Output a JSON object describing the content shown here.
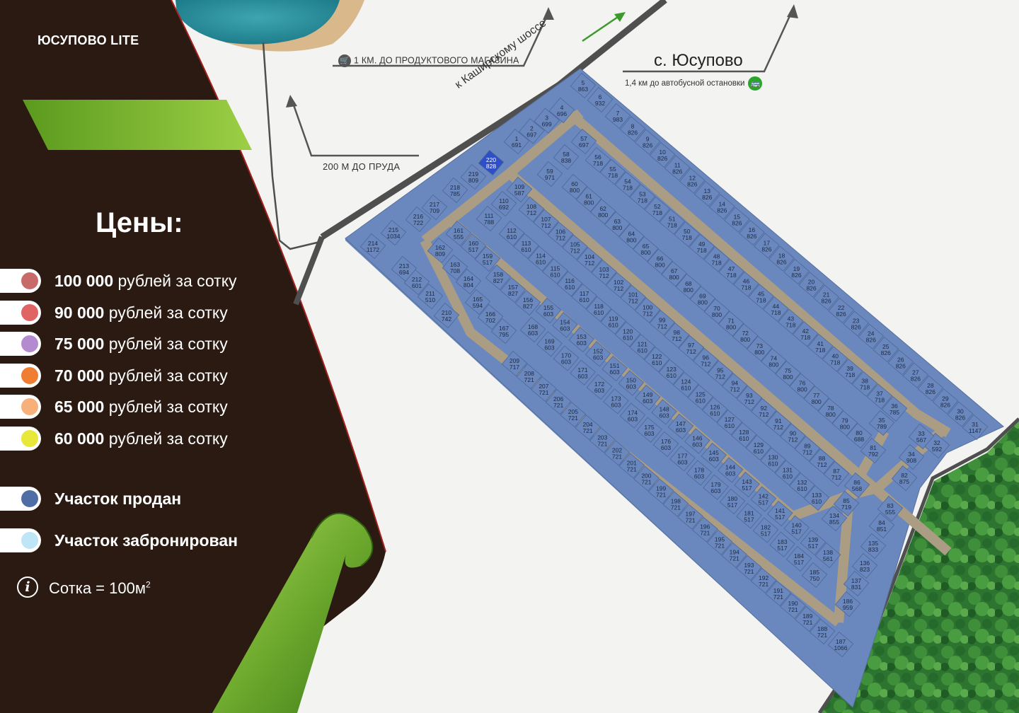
{
  "title": "ЮСУПОВО LITE",
  "prices_heading": "Цены:",
  "legend": [
    {
      "price": "100 000",
      "suffix": " рублей за сотку",
      "color": "#c96a6a"
    },
    {
      "price": "90 000",
      "suffix": " рублей за сотку",
      "color": "#e16464"
    },
    {
      "price": "75 000",
      "suffix": " рублей за сотку",
      "color": "#b48ad0"
    },
    {
      "price": "70 000",
      "suffix": " рублей за сотку",
      "color": "#f07e32"
    },
    {
      "price": "65 000",
      "suffix": " рублей за сотку",
      "color": "#f7b07a"
    },
    {
      "price": "60 000",
      "suffix": " рублей за сотку",
      "color": "#e8e83a"
    }
  ],
  "status_legend": [
    {
      "label": "Участок продан",
      "color": "#4f6ea6"
    },
    {
      "label": "Участок забронирован",
      "color": "#bfe6f6"
    }
  ],
  "info": {
    "text": "Сотка = 100м",
    "superscript": "2"
  },
  "map_labels": {
    "shop": "1 КМ. ДО ПРОДУКТОВОГО МАГАЗИНА",
    "pond": "200 М ДО ПРУДА",
    "village": "с. Юсупово",
    "bus": "1,4 км до автобусной остановки",
    "highway": "к Каширскому шоссе"
  },
  "colors": {
    "sold": "#6a88bd",
    "sold_dark": "#5775aa",
    "selected": "#2f4fc9",
    "road": "#ab9d84",
    "panel": "#2a1a12",
    "forest": "#2f7a33"
  },
  "plots": [
    [
      "1",
      "691"
    ],
    [
      "2",
      "697"
    ],
    [
      "3",
      "699"
    ],
    [
      "4",
      "696"
    ],
    [
      "5",
      "863"
    ],
    [
      "6",
      "932"
    ],
    [
      "7",
      "983"
    ],
    [
      "8",
      "826"
    ],
    [
      "9",
      "826"
    ],
    [
      "10",
      "826"
    ],
    [
      "11",
      "826"
    ],
    [
      "12",
      "826"
    ],
    [
      "13",
      "826"
    ],
    [
      "14",
      "826"
    ],
    [
      "15",
      "826"
    ],
    [
      "16",
      "826"
    ],
    [
      "17",
      "826"
    ],
    [
      "18",
      "826"
    ],
    [
      "19",
      "826"
    ],
    [
      "20",
      "826"
    ],
    [
      "21",
      "826"
    ],
    [
      "22",
      "826"
    ],
    [
      "23",
      "826"
    ],
    [
      "24",
      "826"
    ],
    [
      "25",
      "826"
    ],
    [
      "26",
      "826"
    ],
    [
      "27",
      "826"
    ],
    [
      "28",
      "826"
    ],
    [
      "29",
      "826"
    ],
    [
      "30",
      "826"
    ],
    [
      "31",
      "1147"
    ],
    [
      "32",
      "592"
    ],
    [
      "33",
      "567"
    ],
    [
      "34",
      "908"
    ],
    [
      "35",
      "789"
    ],
    [
      "36",
      "785"
    ],
    [
      "37",
      "718"
    ],
    [
      "38",
      "718"
    ],
    [
      "39",
      "718"
    ],
    [
      "40",
      "718"
    ],
    [
      "41",
      "718"
    ],
    [
      "42",
      "718"
    ],
    [
      "43",
      "718"
    ],
    [
      "44",
      "718"
    ],
    [
      "45",
      "718"
    ],
    [
      "46",
      "718"
    ],
    [
      "47",
      "718"
    ],
    [
      "48",
      "718"
    ],
    [
      "49",
      "718"
    ],
    [
      "50",
      "718"
    ],
    [
      "51",
      "718"
    ],
    [
      "52",
      "718"
    ],
    [
      "53",
      "718"
    ],
    [
      "54",
      "718"
    ],
    [
      "55",
      "718"
    ],
    [
      "56",
      "718"
    ],
    [
      "57",
      "697"
    ],
    [
      "58",
      "838"
    ],
    [
      "59",
      "971"
    ],
    [
      "60",
      "800"
    ],
    [
      "61",
      "800"
    ],
    [
      "62",
      "800"
    ],
    [
      "63",
      "800"
    ],
    [
      "64",
      "800"
    ],
    [
      "65",
      "800"
    ],
    [
      "66",
      "800"
    ],
    [
      "67",
      "800"
    ],
    [
      "68",
      "800"
    ],
    [
      "69",
      "800"
    ],
    [
      "70",
      "800"
    ],
    [
      "71",
      "800"
    ],
    [
      "72",
      "800"
    ],
    [
      "73",
      "800"
    ],
    [
      "74",
      "800"
    ],
    [
      "75",
      "800"
    ],
    [
      "76",
      "800"
    ],
    [
      "77",
      "800"
    ],
    [
      "78",
      "800"
    ],
    [
      "79",
      "800"
    ],
    [
      "80",
      "688"
    ],
    [
      "81",
      "792"
    ],
    [
      "82",
      "875"
    ],
    [
      "83",
      "555"
    ],
    [
      "84",
      "851"
    ],
    [
      "85",
      "719"
    ],
    [
      "86",
      "568"
    ],
    [
      "87",
      "712"
    ],
    [
      "88",
      "712"
    ],
    [
      "89",
      "712"
    ],
    [
      "90",
      "712"
    ],
    [
      "91",
      "712"
    ],
    [
      "92",
      "712"
    ],
    [
      "93",
      "712"
    ],
    [
      "94",
      "712"
    ],
    [
      "95",
      "712"
    ],
    [
      "96",
      "712"
    ],
    [
      "97",
      "712"
    ],
    [
      "98",
      "712"
    ],
    [
      "99",
      "712"
    ],
    [
      "100",
      "712"
    ],
    [
      "101",
      "712"
    ],
    [
      "102",
      "712"
    ],
    [
      "103",
      "712"
    ],
    [
      "104",
      "712"
    ],
    [
      "105",
      "712"
    ],
    [
      "106",
      "712"
    ],
    [
      "107",
      "712"
    ],
    [
      "108",
      "712"
    ],
    [
      "109",
      "587"
    ],
    [
      "110",
      "692"
    ],
    [
      "111",
      "788"
    ],
    [
      "112",
      "610"
    ],
    [
      "113",
      "610"
    ],
    [
      "114",
      "610"
    ],
    [
      "115",
      "610"
    ],
    [
      "116",
      "610"
    ],
    [
      "117",
      "610"
    ],
    [
      "118",
      "610"
    ],
    [
      "119",
      "610"
    ],
    [
      "120",
      "610"
    ],
    [
      "121",
      "610"
    ],
    [
      "122",
      "610"
    ],
    [
      "123",
      "610"
    ],
    [
      "124",
      "610"
    ],
    [
      "125",
      "610"
    ],
    [
      "126",
      "610"
    ],
    [
      "127",
      "610"
    ],
    [
      "128",
      "610"
    ],
    [
      "129",
      "610"
    ],
    [
      "130",
      "610"
    ],
    [
      "131",
      "610"
    ],
    [
      "132",
      "610"
    ],
    [
      "133",
      "610"
    ],
    [
      "134",
      "855"
    ],
    [
      "135",
      "833"
    ],
    [
      "136",
      "823"
    ],
    [
      "137",
      "831"
    ],
    [
      "138",
      "561"
    ],
    [
      "139",
      "517"
    ],
    [
      "140",
      "517"
    ],
    [
      "141",
      "517"
    ],
    [
      "142",
      "517"
    ],
    [
      "143",
      "517"
    ],
    [
      "144",
      "603"
    ],
    [
      "145",
      "603"
    ],
    [
      "146",
      "603"
    ],
    [
      "147",
      "603"
    ],
    [
      "148",
      "603"
    ],
    [
      "149",
      "603"
    ],
    [
      "150",
      "603"
    ],
    [
      "151",
      "603"
    ],
    [
      "152",
      "603"
    ],
    [
      "153",
      "603"
    ],
    [
      "154",
      "603"
    ],
    [
      "155",
      "603"
    ],
    [
      "156",
      "827"
    ],
    [
      "157",
      "827"
    ],
    [
      "158",
      "827"
    ],
    [
      "159",
      "517"
    ],
    [
      "160",
      "517"
    ],
    [
      "161",
      "555"
    ],
    [
      "162",
      "809"
    ],
    [
      "163",
      "708"
    ],
    [
      "164",
      "804"
    ],
    [
      "165",
      "594"
    ],
    [
      "166",
      "702"
    ],
    [
      "167",
      "795"
    ],
    [
      "168",
      "603"
    ],
    [
      "169",
      "603"
    ],
    [
      "170",
      "603"
    ],
    [
      "171",
      "603"
    ],
    [
      "172",
      "603"
    ],
    [
      "173",
      "603"
    ],
    [
      "174",
      "603"
    ],
    [
      "175",
      "603"
    ],
    [
      "176",
      "603"
    ],
    [
      "177",
      "603"
    ],
    [
      "178",
      "603"
    ],
    [
      "179",
      "603"
    ],
    [
      "180",
      "517"
    ],
    [
      "181",
      "517"
    ],
    [
      "182",
      "517"
    ],
    [
      "183",
      "517"
    ],
    [
      "184",
      "517"
    ],
    [
      "185",
      "750"
    ],
    [
      "186",
      "959"
    ],
    [
      "187",
      "1066"
    ],
    [
      "188",
      "721"
    ],
    [
      "189",
      "721"
    ],
    [
      "190",
      "721"
    ],
    [
      "191",
      "721"
    ],
    [
      "192",
      "721"
    ],
    [
      "193",
      "721"
    ],
    [
      "194",
      "721"
    ],
    [
      "195",
      "721"
    ],
    [
      "196",
      "721"
    ],
    [
      "197",
      "721"
    ],
    [
      "198",
      "721"
    ],
    [
      "199",
      "721"
    ],
    [
      "200",
      "721"
    ],
    [
      "201",
      "721"
    ],
    [
      "202",
      "721"
    ],
    [
      "203",
      "721"
    ],
    [
      "204",
      "721"
    ],
    [
      "205",
      "721"
    ],
    [
      "206",
      "721"
    ],
    [
      "207",
      "721"
    ],
    [
      "208",
      "721"
    ],
    [
      "209",
      "717"
    ],
    [
      "210",
      "742"
    ],
    [
      "211",
      "510"
    ],
    [
      "212",
      "601"
    ],
    [
      "213",
      "694"
    ],
    [
      "214",
      "1172"
    ],
    [
      "215",
      "1034"
    ],
    [
      "216",
      "722"
    ],
    [
      "217",
      "709"
    ],
    [
      "218",
      "785"
    ],
    [
      "219",
      "809"
    ],
    [
      "220",
      "828"
    ]
  ],
  "selected_plot": "220"
}
